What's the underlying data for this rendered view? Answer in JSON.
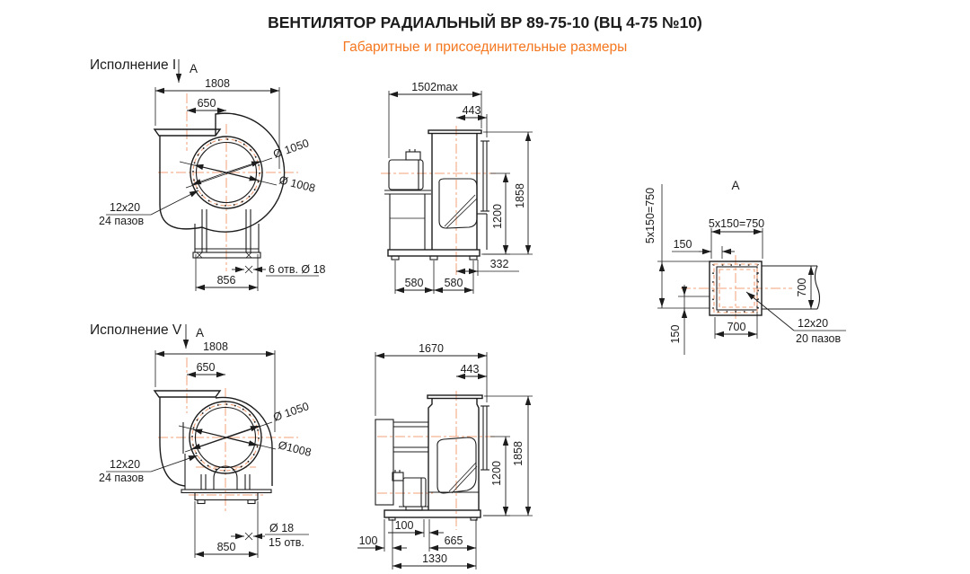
{
  "title": "ВЕНТИЛЯТОР РАДИАЛЬНЫЙ ВР 89-75-10 (ВЦ 4-75 №10)",
  "subtitle": "Габаритные и присоединительные размеры",
  "colors": {
    "accent": "#F4771F",
    "centerline": "#F0A078",
    "line": "#1C1C1C"
  },
  "exec1": {
    "label": "Исполнение I",
    "view_label": "А",
    "front": {
      "w_total": "1808",
      "w_outlet": "650",
      "d_inlet": "Ø 1050",
      "d_bolt": "Ø 1008",
      "slots_size": "12х20",
      "slots_count": "24 пазов",
      "holes": "6 отв. Ø 18",
      "w_base": "856"
    },
    "side": {
      "l_total": "1502max",
      "l_outlet": "443",
      "h_axis": "1200",
      "h_total": "1858",
      "off_foot": "332",
      "span1": "580",
      "span2": "580"
    }
  },
  "exec5": {
    "label": "Исполнение V",
    "view_label": "А",
    "front": {
      "w_total": "1808",
      "w_outlet": "650",
      "d_inlet": "Ø 1050",
      "d_bolt": "Ø1008",
      "slots_size": "12х20",
      "slots_count": "24 пазов",
      "holes_d": "Ø 18",
      "holes_n": "15 отв.",
      "w_base": "850"
    },
    "side": {
      "l_total": "1670",
      "l_outlet": "443",
      "h_axis": "1200",
      "h_total": "1858",
      "off1": "100",
      "off2": "100",
      "foot": "665",
      "base": "1330"
    }
  },
  "viewA": {
    "label": "А",
    "pitch_top": "5х150=750",
    "pitch_left": "5х150=750",
    "offset_top": "150",
    "offset_left": "150",
    "h_inner": "700",
    "w_inner": "700",
    "slots_size": "12х20",
    "slots_count": "20 пазов"
  }
}
